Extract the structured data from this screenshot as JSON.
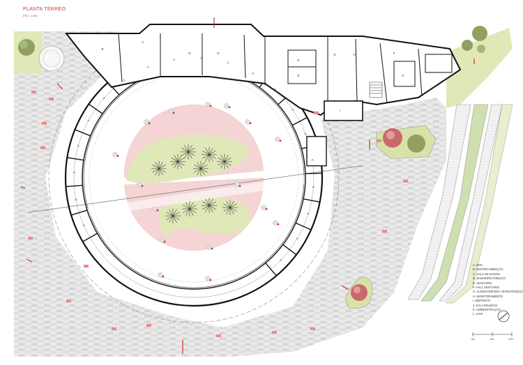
{
  "title": "PLANTA TÉRREO",
  "scale": "ESC. 1:100",
  "rooms": {
    "A": "A",
    "B": "B",
    "C": "C",
    "D": "D",
    "E": "E",
    "F": "F",
    "G": "G",
    "H": "H",
    "I": "I",
    "K": "K"
  },
  "legend": [
    "A. BOX",
    "B. CENTRO MEDIÇÃO",
    "C. SALA DE DADOS",
    "D. BANHEIRO PÚBLICO",
    "E. VESTIÁRIO",
    "F. HALL VESTIÁRIO",
    "G. ALMOXARIFADO / MANUTENÇÃO",
    "H. MONITORAMENTO",
    "I. DEPÓSITO",
    "J. SALA REUNIÃO",
    "K. ADMINISTRAÇÃO",
    "L. LIXO"
  ],
  "scalebar": [
    "0m",
    "5m",
    "10m"
  ],
  "colors": {
    "pavement": "#e6e6e6",
    "pavement_dark": "#d4d4d4",
    "lawn": "#e0e8b8",
    "pink": "#f4d4d4",
    "wall": "#111111",
    "accent": "#d32f2f",
    "tree": "#8fa060"
  }
}
